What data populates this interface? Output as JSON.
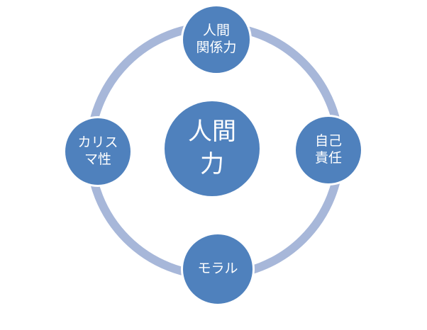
{
  "diagram": {
    "center_label": "人間\n力",
    "nodes": {
      "top": "人間\n関係力",
      "right": "自己\n責任",
      "bottom": "モラル",
      "left": "カリス\nマ性"
    }
  },
  "colors": {
    "node_fill": "#4f81bd",
    "ring": "#a7b7d9",
    "text": "#ffffff"
  }
}
